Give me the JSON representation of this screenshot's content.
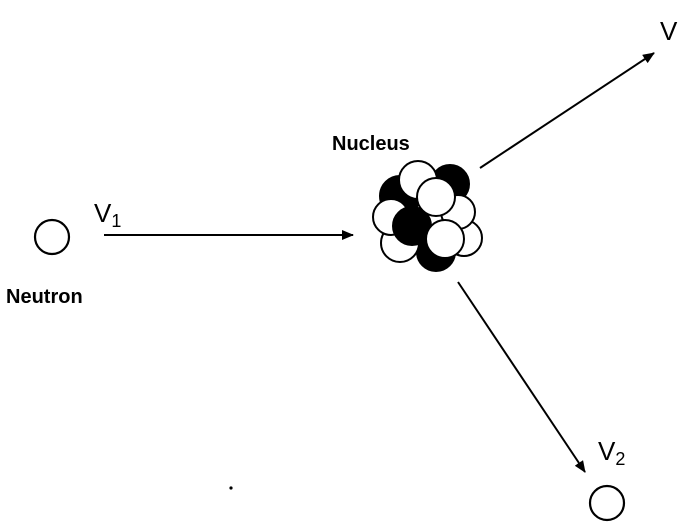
{
  "labels": {
    "nucleus": "Nucleus",
    "neutron": "Neutron",
    "v1_base": "V",
    "v1_sub": "1",
    "v2_base": "V",
    "v2_sub": "2",
    "v3": "V"
  },
  "colors": {
    "ink": "#000000",
    "background": "#ffffff"
  }
}
